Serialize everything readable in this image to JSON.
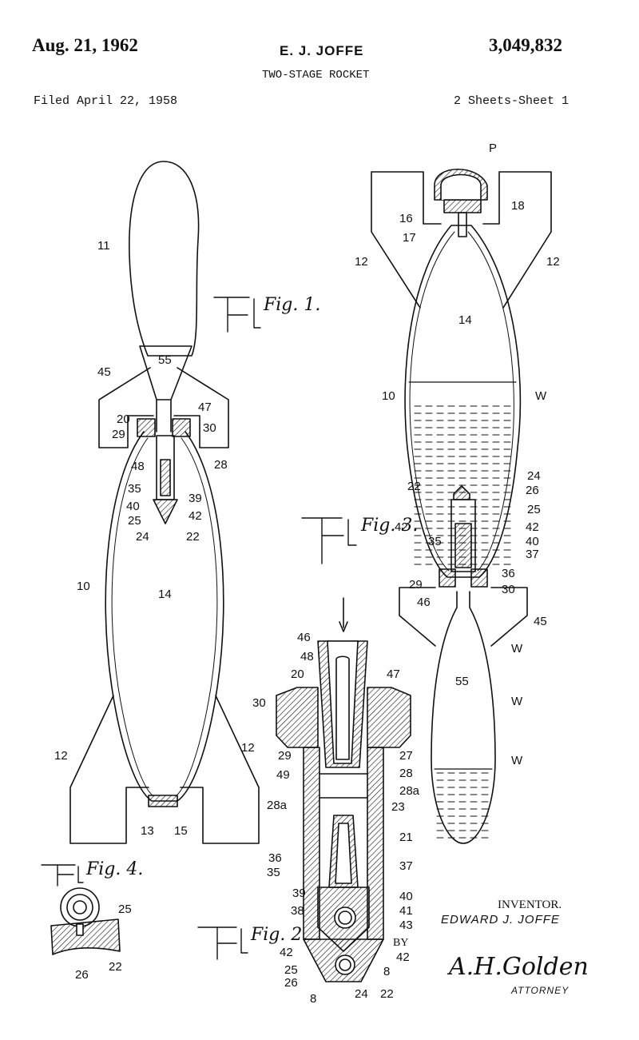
{
  "header": {
    "date": "Aug. 21, 1962",
    "inventor": "E. J. JOFFE",
    "patent_number": "3,049,832",
    "title": "TWO-STAGE ROCKET",
    "filed": "Filed April 22, 1958",
    "sheet": "2 Sheets-Sheet 1"
  },
  "figures": {
    "fig1": "Fig. 1.",
    "fig2": "Fig. 2.",
    "fig3": "Fig. 3.",
    "fig4": "Fig. 4."
  },
  "fig1_labels": [
    "11",
    "55",
    "45",
    "47",
    "20",
    "30",
    "29",
    "48",
    "28",
    "35",
    "39",
    "40",
    "42",
    "25",
    "24",
    "22",
    "10",
    "14",
    "12",
    "12",
    "13",
    "15"
  ],
  "fig3_labels": [
    "P",
    "18",
    "16",
    "17",
    "12",
    "12",
    "14",
    "10",
    "W",
    "24",
    "22",
    "26",
    "25",
    "42",
    "42",
    "40",
    "35",
    "37",
    "36",
    "29",
    "30",
    "46",
    "45",
    "W",
    "55",
    "W",
    "W"
  ],
  "fig2_labels": [
    "46",
    "48",
    "20",
    "47",
    "30",
    "29",
    "27",
    "49",
    "28",
    "28a",
    "28a",
    "23",
    "21",
    "36",
    "35",
    "37",
    "39",
    "40",
    "38",
    "41",
    "43",
    "42",
    "42",
    "25",
    "26",
    "8",
    "8",
    "24",
    "22"
  ],
  "fig4_labels": [
    "25",
    "26",
    "22"
  ],
  "signature": {
    "inventor_label": "INVENTOR.",
    "inventor_name": "EDWARD J. JOFFE",
    "by": "BY",
    "attorney_signature": "A.H.Golden",
    "attorney_label": "ATTORNEY"
  }
}
